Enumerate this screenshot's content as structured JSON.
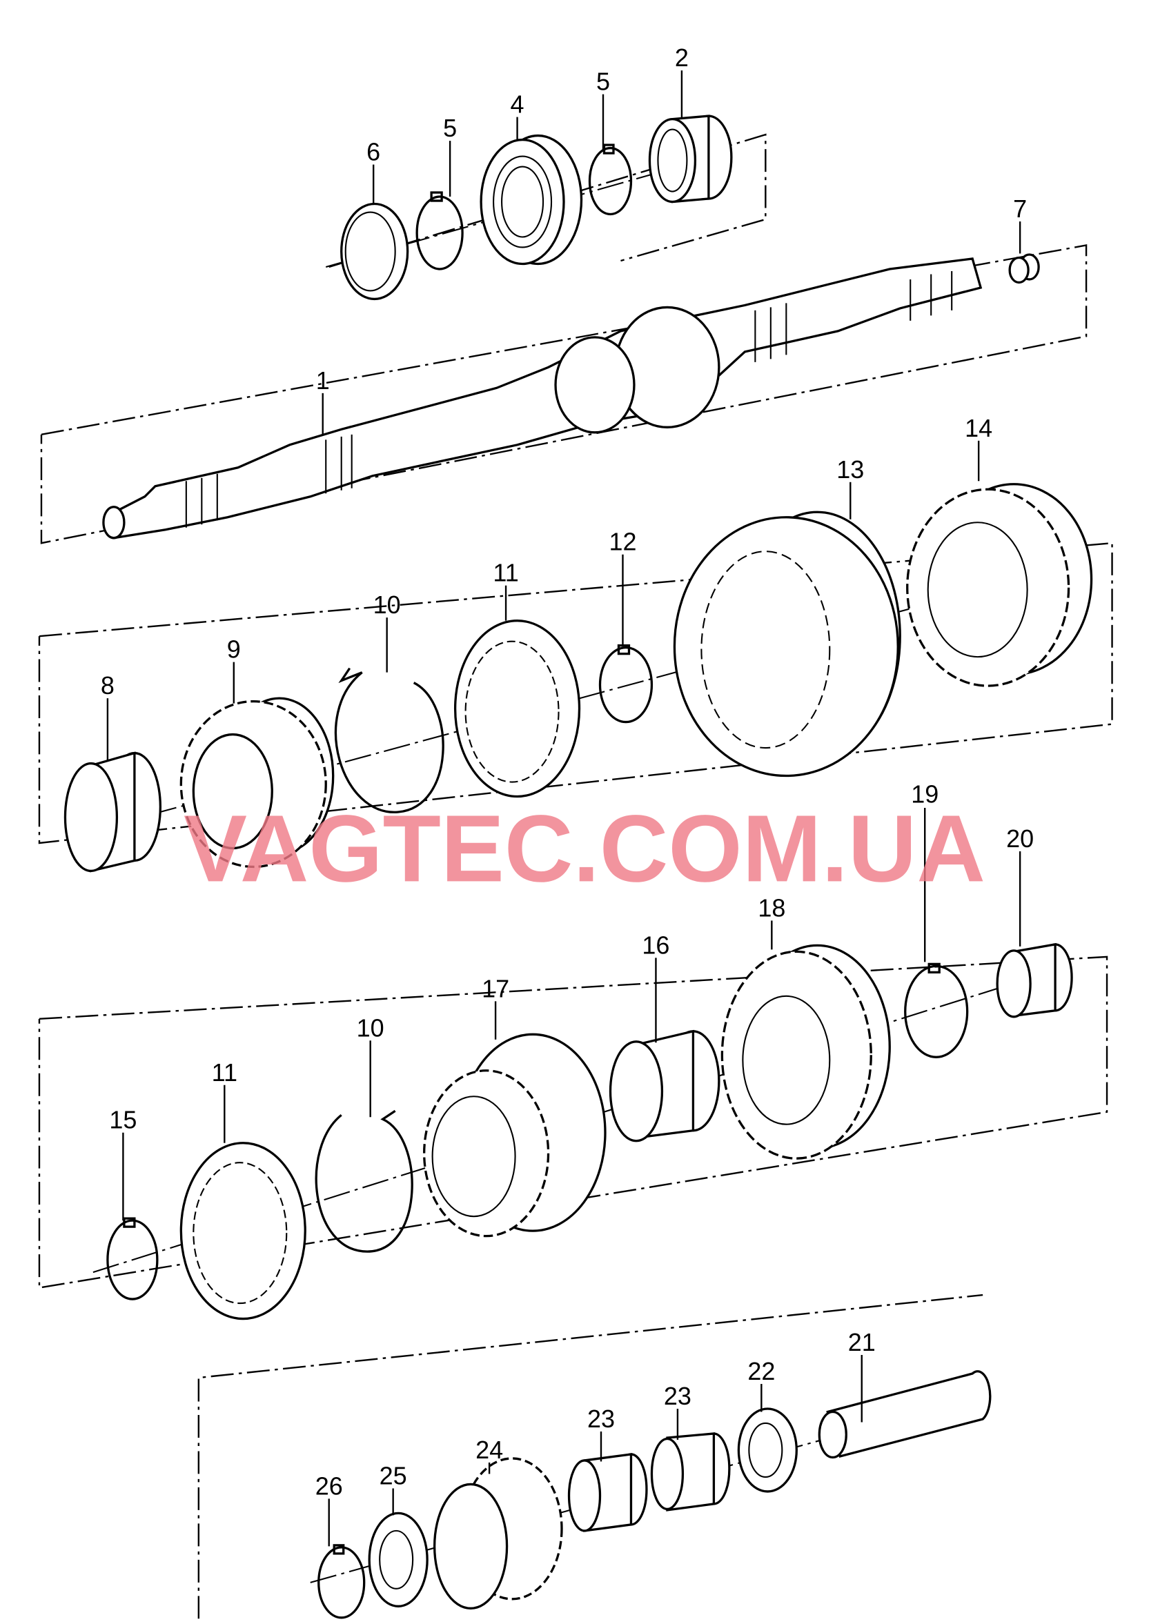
{
  "diagram": {
    "watermark": "VAGTEC.COM.UA",
    "labels": [
      "2",
      "5",
      "4",
      "5",
      "6",
      "7",
      "1",
      "14",
      "13",
      "12",
      "11",
      "10",
      "9",
      "8",
      "20",
      "19",
      "18",
      "16",
      "17",
      "10",
      "11",
      "15",
      "21",
      "22",
      "23",
      "23",
      "24",
      "25",
      "26"
    ]
  }
}
